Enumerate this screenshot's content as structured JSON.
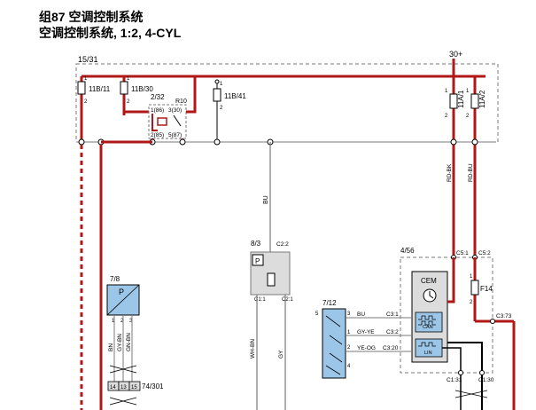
{
  "header": {
    "title_line1": "组87 空调控制系统",
    "title_line2": "空调控制系统, 1:2, 4-CYL"
  },
  "rails": {
    "left_rail": "15/31",
    "right_rail": "30+"
  },
  "fuses": {
    "f_11b11": "11B/11",
    "f_11b30": "11B/30",
    "f_11b41": "11B/41",
    "f_11a1": "11A/1",
    "f_11a2": "11A/2",
    "f_f14": "F14"
  },
  "relay": {
    "ref": "2/32",
    "name": "R10",
    "pin_86": "1(86)",
    "pin_30": "3(30)",
    "pin_85": "2(85)",
    "pin_87": "5(87)"
  },
  "components": {
    "pressure_sensor": "7/8",
    "pressure_p": "P",
    "compressor_clutch": "8/3",
    "clutch_p": "P",
    "clutch_c22": "C2:2",
    "clutch_c11": "C1:1",
    "clutch_c21": "C2:1",
    "module_712": "7/12",
    "cem_ref": "4/56",
    "cem_label": "CEM",
    "can_label": "CAN",
    "lin_label": "LIN",
    "connector_74": "74/301"
  },
  "wires": {
    "bu": "BU",
    "rd_bk": "RD-BK",
    "rd_bu": "RD-BU",
    "bn": "BN",
    "gy_bn": "GY-BN",
    "gn_bn": "GN-BN",
    "wh_bn": "WH-BN",
    "gy": "GY",
    "bu2": "BU",
    "gy_ye": "GY-YE",
    "ye_og": "YE-OG"
  },
  "connectors": {
    "c51": "C5:1",
    "c52": "C5:2",
    "c373": "C3:73",
    "c31": "C3:1",
    "c32": "C3:2",
    "c320": "C3:20",
    "c131": "C1:31",
    "c130": "C1:30"
  },
  "pins": {
    "p1": "1",
    "p2": "2",
    "p3": "3",
    "p4": "4",
    "p5": "5",
    "p14": "14",
    "p13": "13",
    "p15": "15"
  }
}
